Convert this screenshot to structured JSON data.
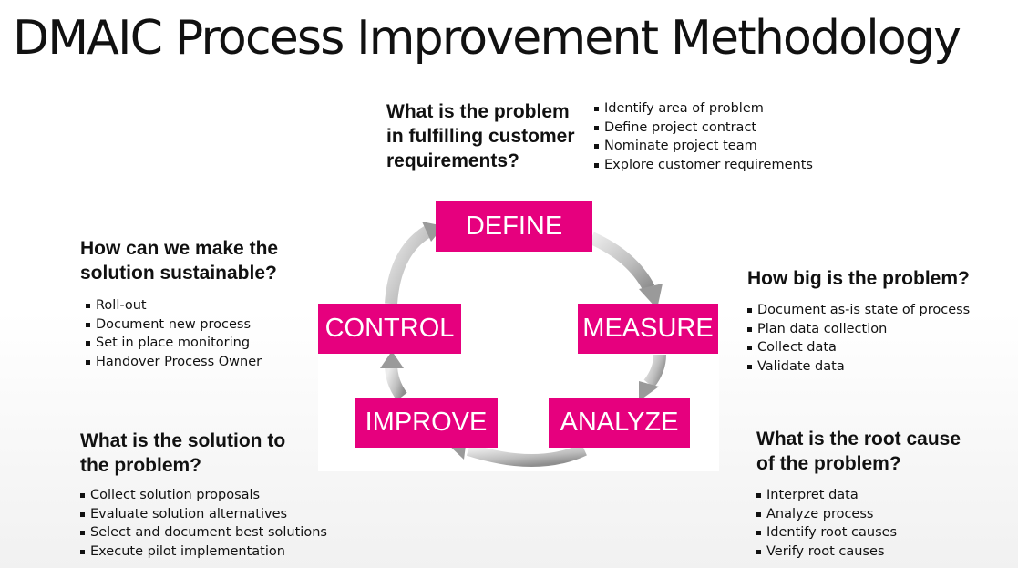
{
  "title": "DMAIC Process Improvement Methodology",
  "accent_color": "#e6007e",
  "phases": {
    "define": "DEFINE",
    "measure": "MEASURE",
    "analyze": "ANALYZE",
    "improve": "IMPROVE",
    "control": "CONTROL"
  },
  "define": {
    "question": "What is the problem in fulfilling customer requirements?",
    "bullets": [
      "Identify area of problem",
      "Define project contract",
      "Nominate project team",
      "Explore customer requirements"
    ]
  },
  "measure": {
    "question": "How big is the problem?",
    "bullets": [
      "Document as-is state of process",
      "Plan data collection",
      "Collect data",
      "Validate data"
    ]
  },
  "analyze": {
    "question": "What is the root cause of the problem?",
    "bullets": [
      "Interpret data",
      "Analyze process",
      "Identify root causes",
      "Verify root causes"
    ]
  },
  "improve": {
    "question": "What is the solution to the problem?",
    "bullets": [
      "Collect solution proposals",
      "Evaluate solution alternatives",
      "Select and document best solutions",
      "Execute pilot implementation"
    ]
  },
  "control": {
    "question": "How can we make the solution sustainable?",
    "bullets": [
      "Roll-out",
      "Document new process",
      "Set in place monitoring",
      "Handover Process Owner"
    ]
  }
}
